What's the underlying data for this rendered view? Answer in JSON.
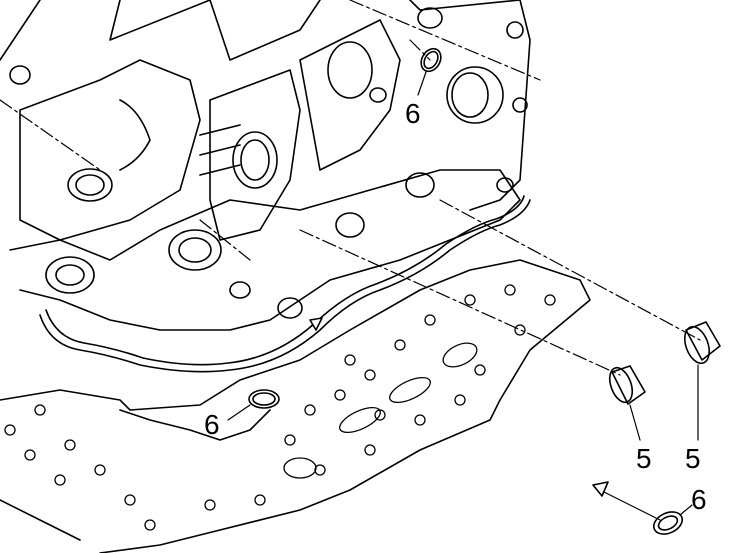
{
  "diagram": {
    "callouts": [
      {
        "id": "top-oring",
        "label": "6"
      },
      {
        "id": "mid-oring",
        "label": "6"
      },
      {
        "id": "bushing-left",
        "label": "5"
      },
      {
        "id": "bushing-right",
        "label": "5"
      },
      {
        "id": "bottom-oring",
        "label": "6"
      }
    ],
    "colors": {
      "line": "#000000",
      "background": "#ffffff"
    }
  }
}
